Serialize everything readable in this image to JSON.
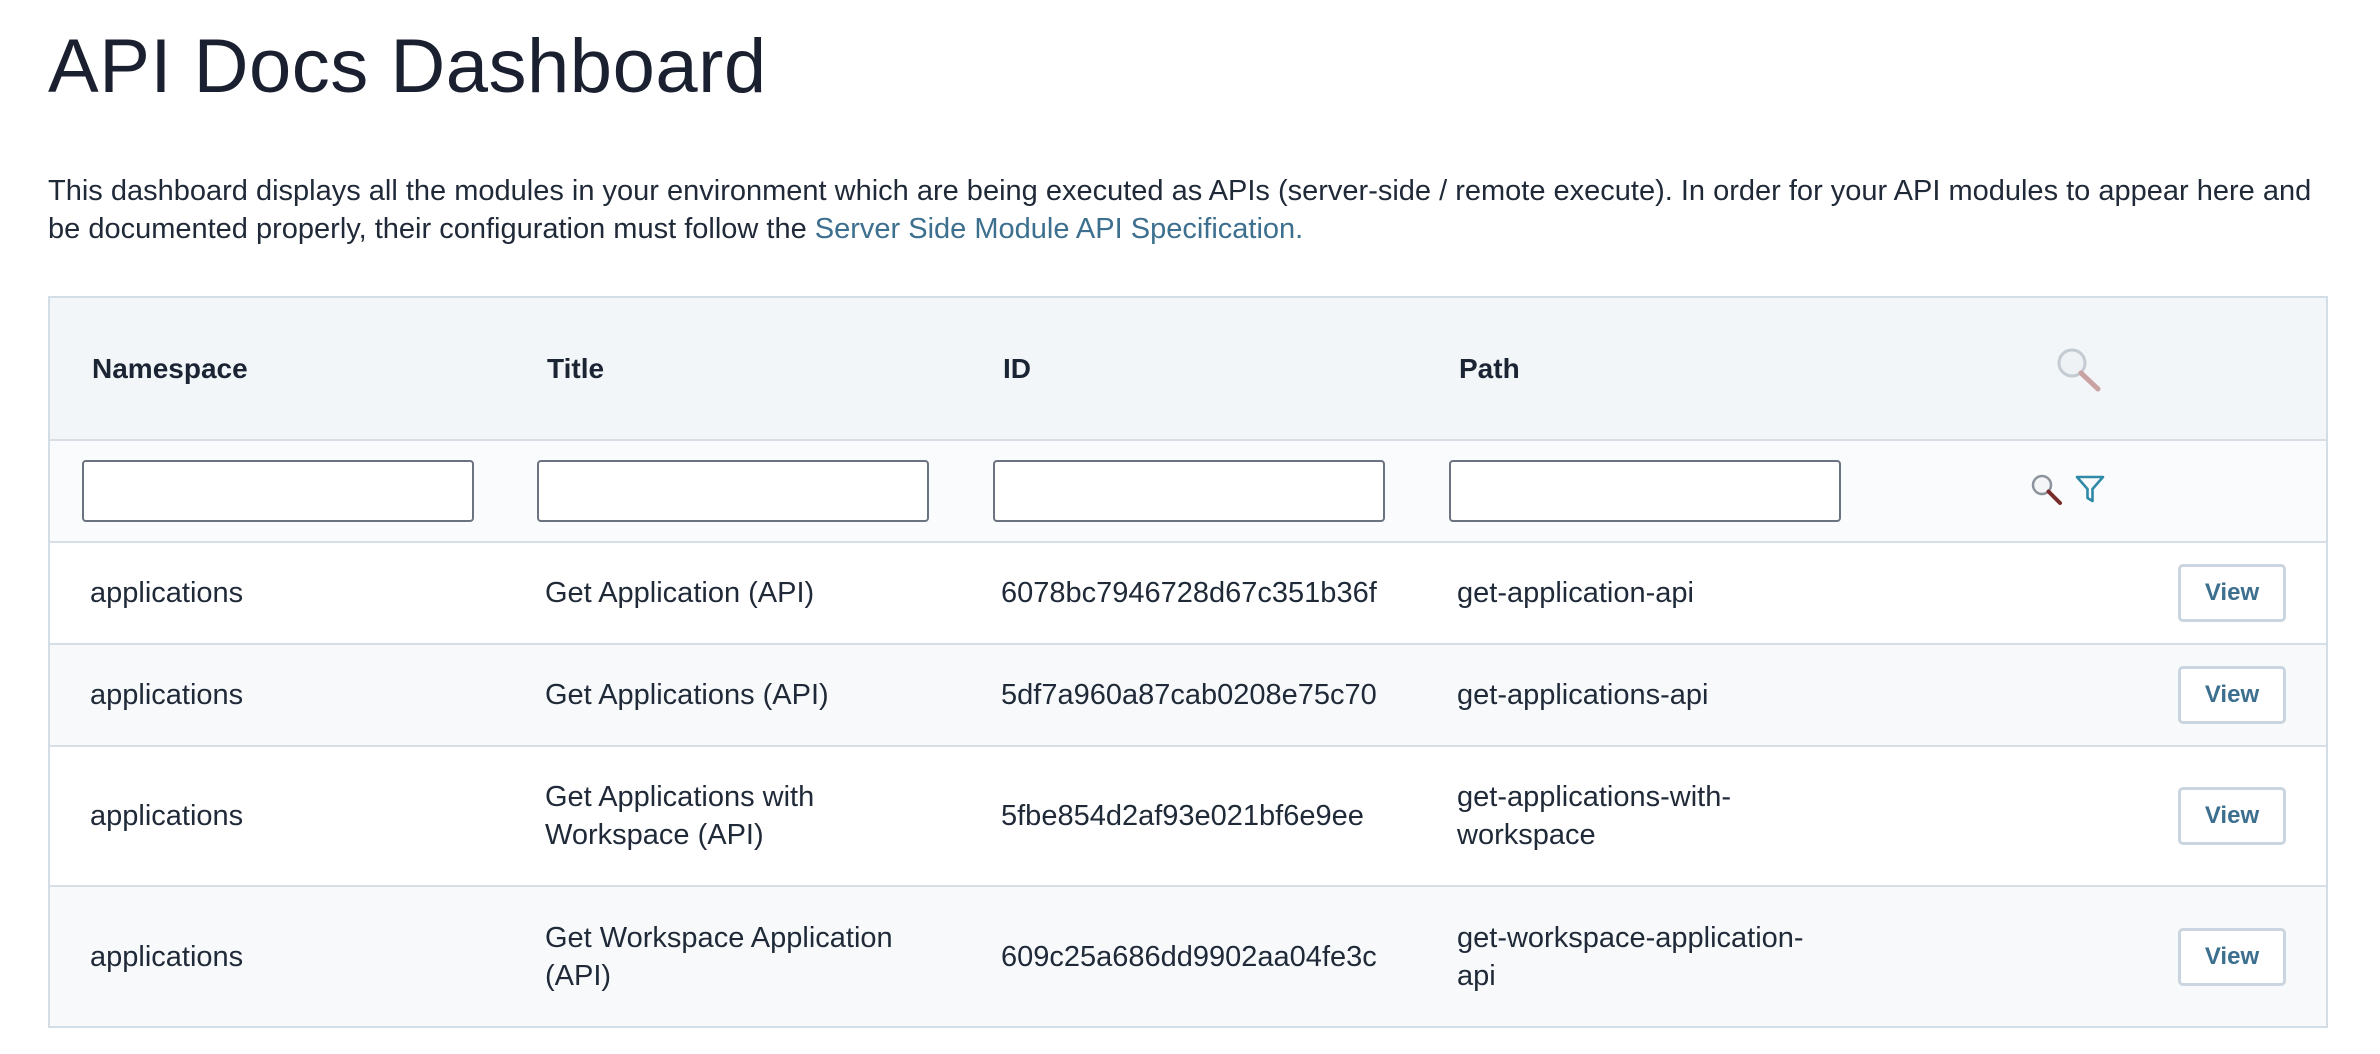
{
  "page": {
    "title": "API Docs Dashboard",
    "intro_text": "This dashboard displays all the modules in your environment which are being executed as APIs (server-side / remote execute). In order for your API modules to appear here and be documented properly, their configuration must follow the ",
    "spec_link_label": "Server Side Module API Specification."
  },
  "table": {
    "columns": {
      "namespace": "Namespace",
      "title": "Title",
      "id": "ID",
      "path": "Path"
    },
    "filters": {
      "namespace": "",
      "title": "",
      "id": "",
      "path": ""
    },
    "rows": [
      {
        "namespace": "applications",
        "title": "Get Application (API)",
        "id": "6078bc7946728d67c351b36f",
        "path": "get-application-api",
        "action": "View"
      },
      {
        "namespace": "applications",
        "title": "Get Applications (API)",
        "id": "5df7a960a87cab0208e75c70",
        "path": "get-applications-api",
        "action": "View"
      },
      {
        "namespace": "applications",
        "title": "Get Applications with Workspace (API)",
        "id": "5fbe854d2af93e021bf6e9ee",
        "path": "get-applications-with-workspace",
        "action": "View"
      },
      {
        "namespace": "applications",
        "title": "Get Workspace Application (API)",
        "id": "609c25a686dd9902aa04fe3c",
        "path": "get-workspace-application-api",
        "action": "View"
      }
    ]
  },
  "icons": {
    "header_search": "magnifier-icon",
    "filter_search": "magnifier-icon",
    "filter": "funnel-icon"
  },
  "colors": {
    "link": "#3d6f8f",
    "header_bg": "#f3f6f9",
    "border": "#d3dde6",
    "funnel": "#2f8aa8"
  }
}
